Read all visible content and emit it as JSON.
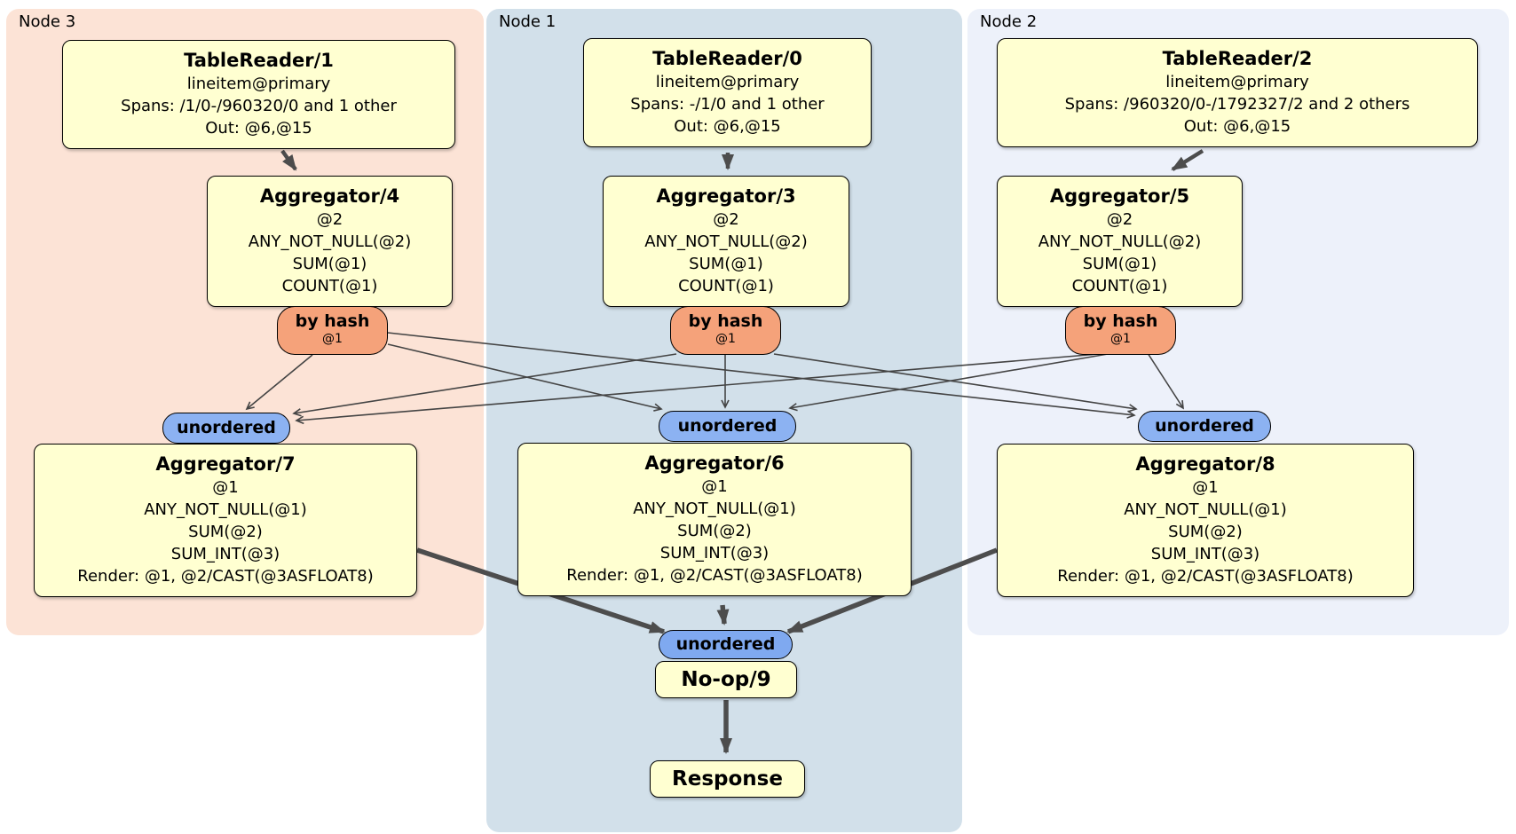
{
  "regions": {
    "node3": {
      "label": "Node 3"
    },
    "node1": {
      "label": "Node 1"
    },
    "node2": {
      "label": "Node 2"
    }
  },
  "boxes": {
    "tr1": {
      "title": "TableReader/1",
      "lines": [
        "lineitem@primary",
        "Spans: /1/0-/960320/0 and 1 other",
        "Out: @6,@15"
      ]
    },
    "tr0": {
      "title": "TableReader/0",
      "lines": [
        "lineitem@primary",
        "Spans: -/1/0 and 1 other",
        "Out: @6,@15"
      ]
    },
    "tr2": {
      "title": "TableReader/2",
      "lines": [
        "lineitem@primary",
        "Spans: /960320/0-/1792327/2 and 2 others",
        "Out: @6,@15"
      ]
    },
    "agg4": {
      "title": "Aggregator/4",
      "lines": [
        "@2",
        "ANY_NOT_NULL(@2)",
        "SUM(@1)",
        "COUNT(@1)"
      ]
    },
    "agg3": {
      "title": "Aggregator/3",
      "lines": [
        "@2",
        "ANY_NOT_NULL(@2)",
        "SUM(@1)",
        "COUNT(@1)"
      ]
    },
    "agg5": {
      "title": "Aggregator/5",
      "lines": [
        "@2",
        "ANY_NOT_NULL(@2)",
        "SUM(@1)",
        "COUNT(@1)"
      ]
    },
    "agg7": {
      "title": "Aggregator/7",
      "lines": [
        "@1",
        "ANY_NOT_NULL(@1)",
        "SUM(@2)",
        "SUM_INT(@3)",
        "Render: @1, @2/CAST(@3ASFLOAT8)"
      ]
    },
    "agg6": {
      "title": "Aggregator/6",
      "lines": [
        "@1",
        "ANY_NOT_NULL(@1)",
        "SUM(@2)",
        "SUM_INT(@3)",
        "Render: @1, @2/CAST(@3ASFLOAT8)"
      ]
    },
    "agg8": {
      "title": "Aggregator/8",
      "lines": [
        "@1",
        "ANY_NOT_NULL(@1)",
        "SUM(@2)",
        "SUM_INT(@3)",
        "Render: @1, @2/CAST(@3ASFLOAT8)"
      ]
    },
    "noop": {
      "title": "No-op/9"
    },
    "response": {
      "title": "Response"
    }
  },
  "router": {
    "label": "by hash",
    "input": "@1"
  },
  "sync": {
    "label": "unordered"
  },
  "colors": {
    "node3-bg": "#fce3d6",
    "node1-bg": "#d2e0ea",
    "node2-bg": "#edf1fa",
    "box-bg": "#ffffd1",
    "box-border": "#000000",
    "router-bg": "#f5a27a",
    "sync-bg": "#8cb2f2",
    "sync-final-bg": "#7fa9f0",
    "edge-thin": "#444444",
    "edge-thick": "#4d4d4d"
  }
}
